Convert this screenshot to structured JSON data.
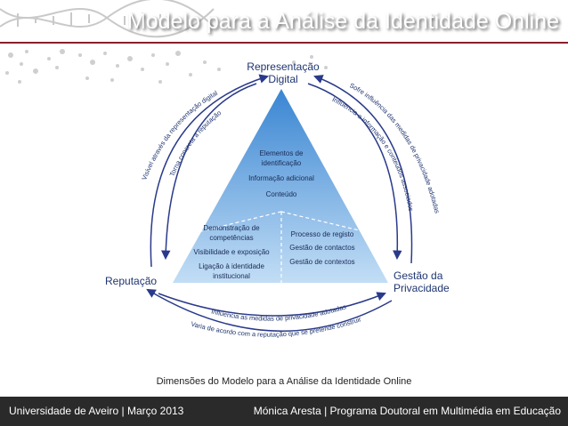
{
  "slide": {
    "title": "Modelo para a Análise da Identidade Online",
    "caption": "Dimensões do Modelo para a Análise da Identidade Online"
  },
  "diagram": {
    "node_top": [
      "Representação",
      "Digital"
    ],
    "node_left": "Reputação",
    "node_right": [
      "Gestão da",
      "Privacidade"
    ],
    "top_section": [
      "Elementos de",
      "identificação",
      "Informação adicional",
      "Conteúdo"
    ],
    "left_section": [
      "Demonstração de",
      "competências",
      "Visibilidade e exposição",
      "Ligação à identidade",
      "institucional"
    ],
    "right_section": [
      "Processo de registo",
      "Gestão de contactos",
      "Gestão de contextos"
    ],
    "arrow_left_outer": "Visível através da representação digital",
    "arrow_left_inner": "Torna concreta a reputação",
    "arrow_right_outer": "Sofre influência das medidas de privacidade adotadas",
    "arrow_right_inner": "Influencia a informação e conteúdos associados",
    "arrow_bottom_inner": "Influencia as medidas de privacidade adotadas",
    "arrow_bottom_outer": "Varia de acordo com a reputação que se pretende construir"
  },
  "footer": {
    "left": "Universidade de Aveiro | Março 2013",
    "right": "Mónica Aresta | Programa Doutoral em Multimédia em Educação"
  },
  "colors": {
    "triangle_top": "#2f7fd0",
    "triangle_bottom": "#bfdcf5",
    "arrow": "#2a3a8a",
    "node_text": "#1f3570",
    "accent_rule": "#8b1e2b"
  }
}
